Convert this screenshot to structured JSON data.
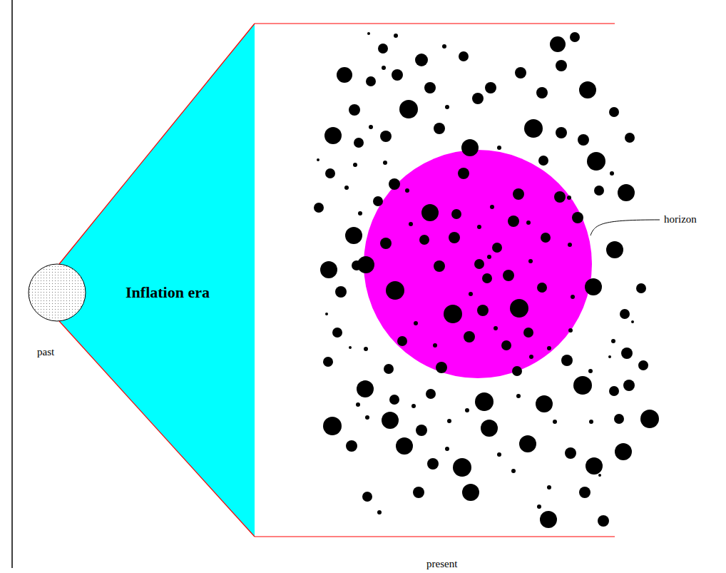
{
  "diagram": {
    "nodes": [
      {
        "text": [
          "Inflation era"
        ]
      }
    ],
    "labels": [
      "past",
      "horizon",
      "present"
    ]
  }
}
